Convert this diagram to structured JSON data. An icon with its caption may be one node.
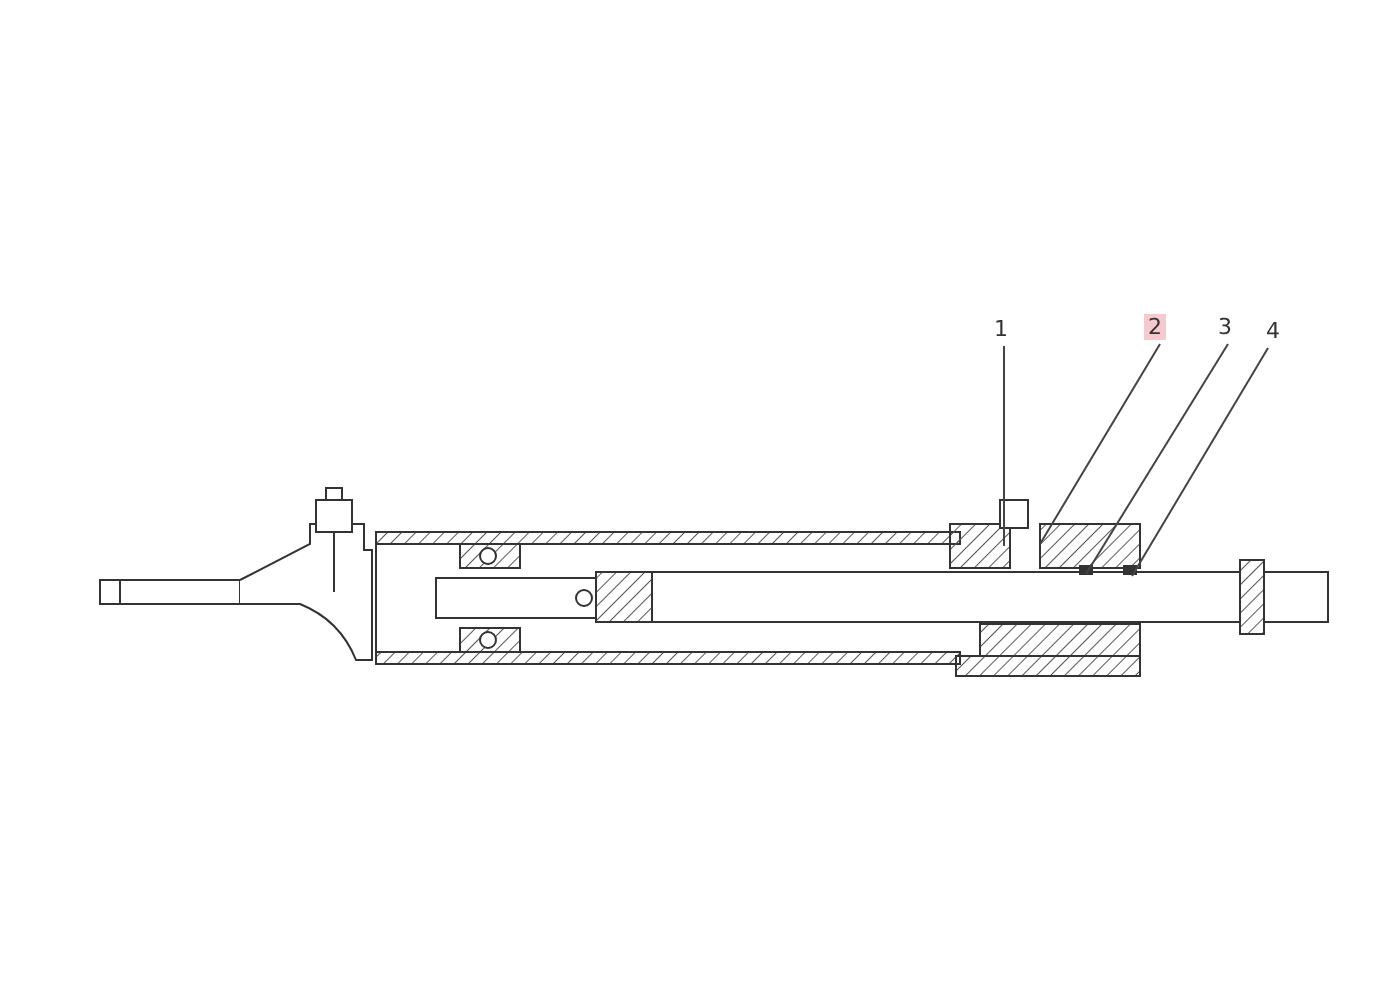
{
  "diagram": {
    "nodes": [
      {
        "text": [
          "1"
        ]
      },
      {
        "text": [
          "2"
        ]
      },
      {
        "text": [
          "3"
        ]
      },
      {
        "text": [
          "4"
        ]
      }
    ],
    "edges": [
      {
        "from": 0,
        "to": null,
        "arrow": "none"
      },
      {
        "from": 1,
        "to": null,
        "arrow": "none"
      },
      {
        "from": 2,
        "to": null,
        "arrow": "none"
      },
      {
        "from": 3,
        "to": null,
        "arrow": "none"
      }
    ]
  }
}
